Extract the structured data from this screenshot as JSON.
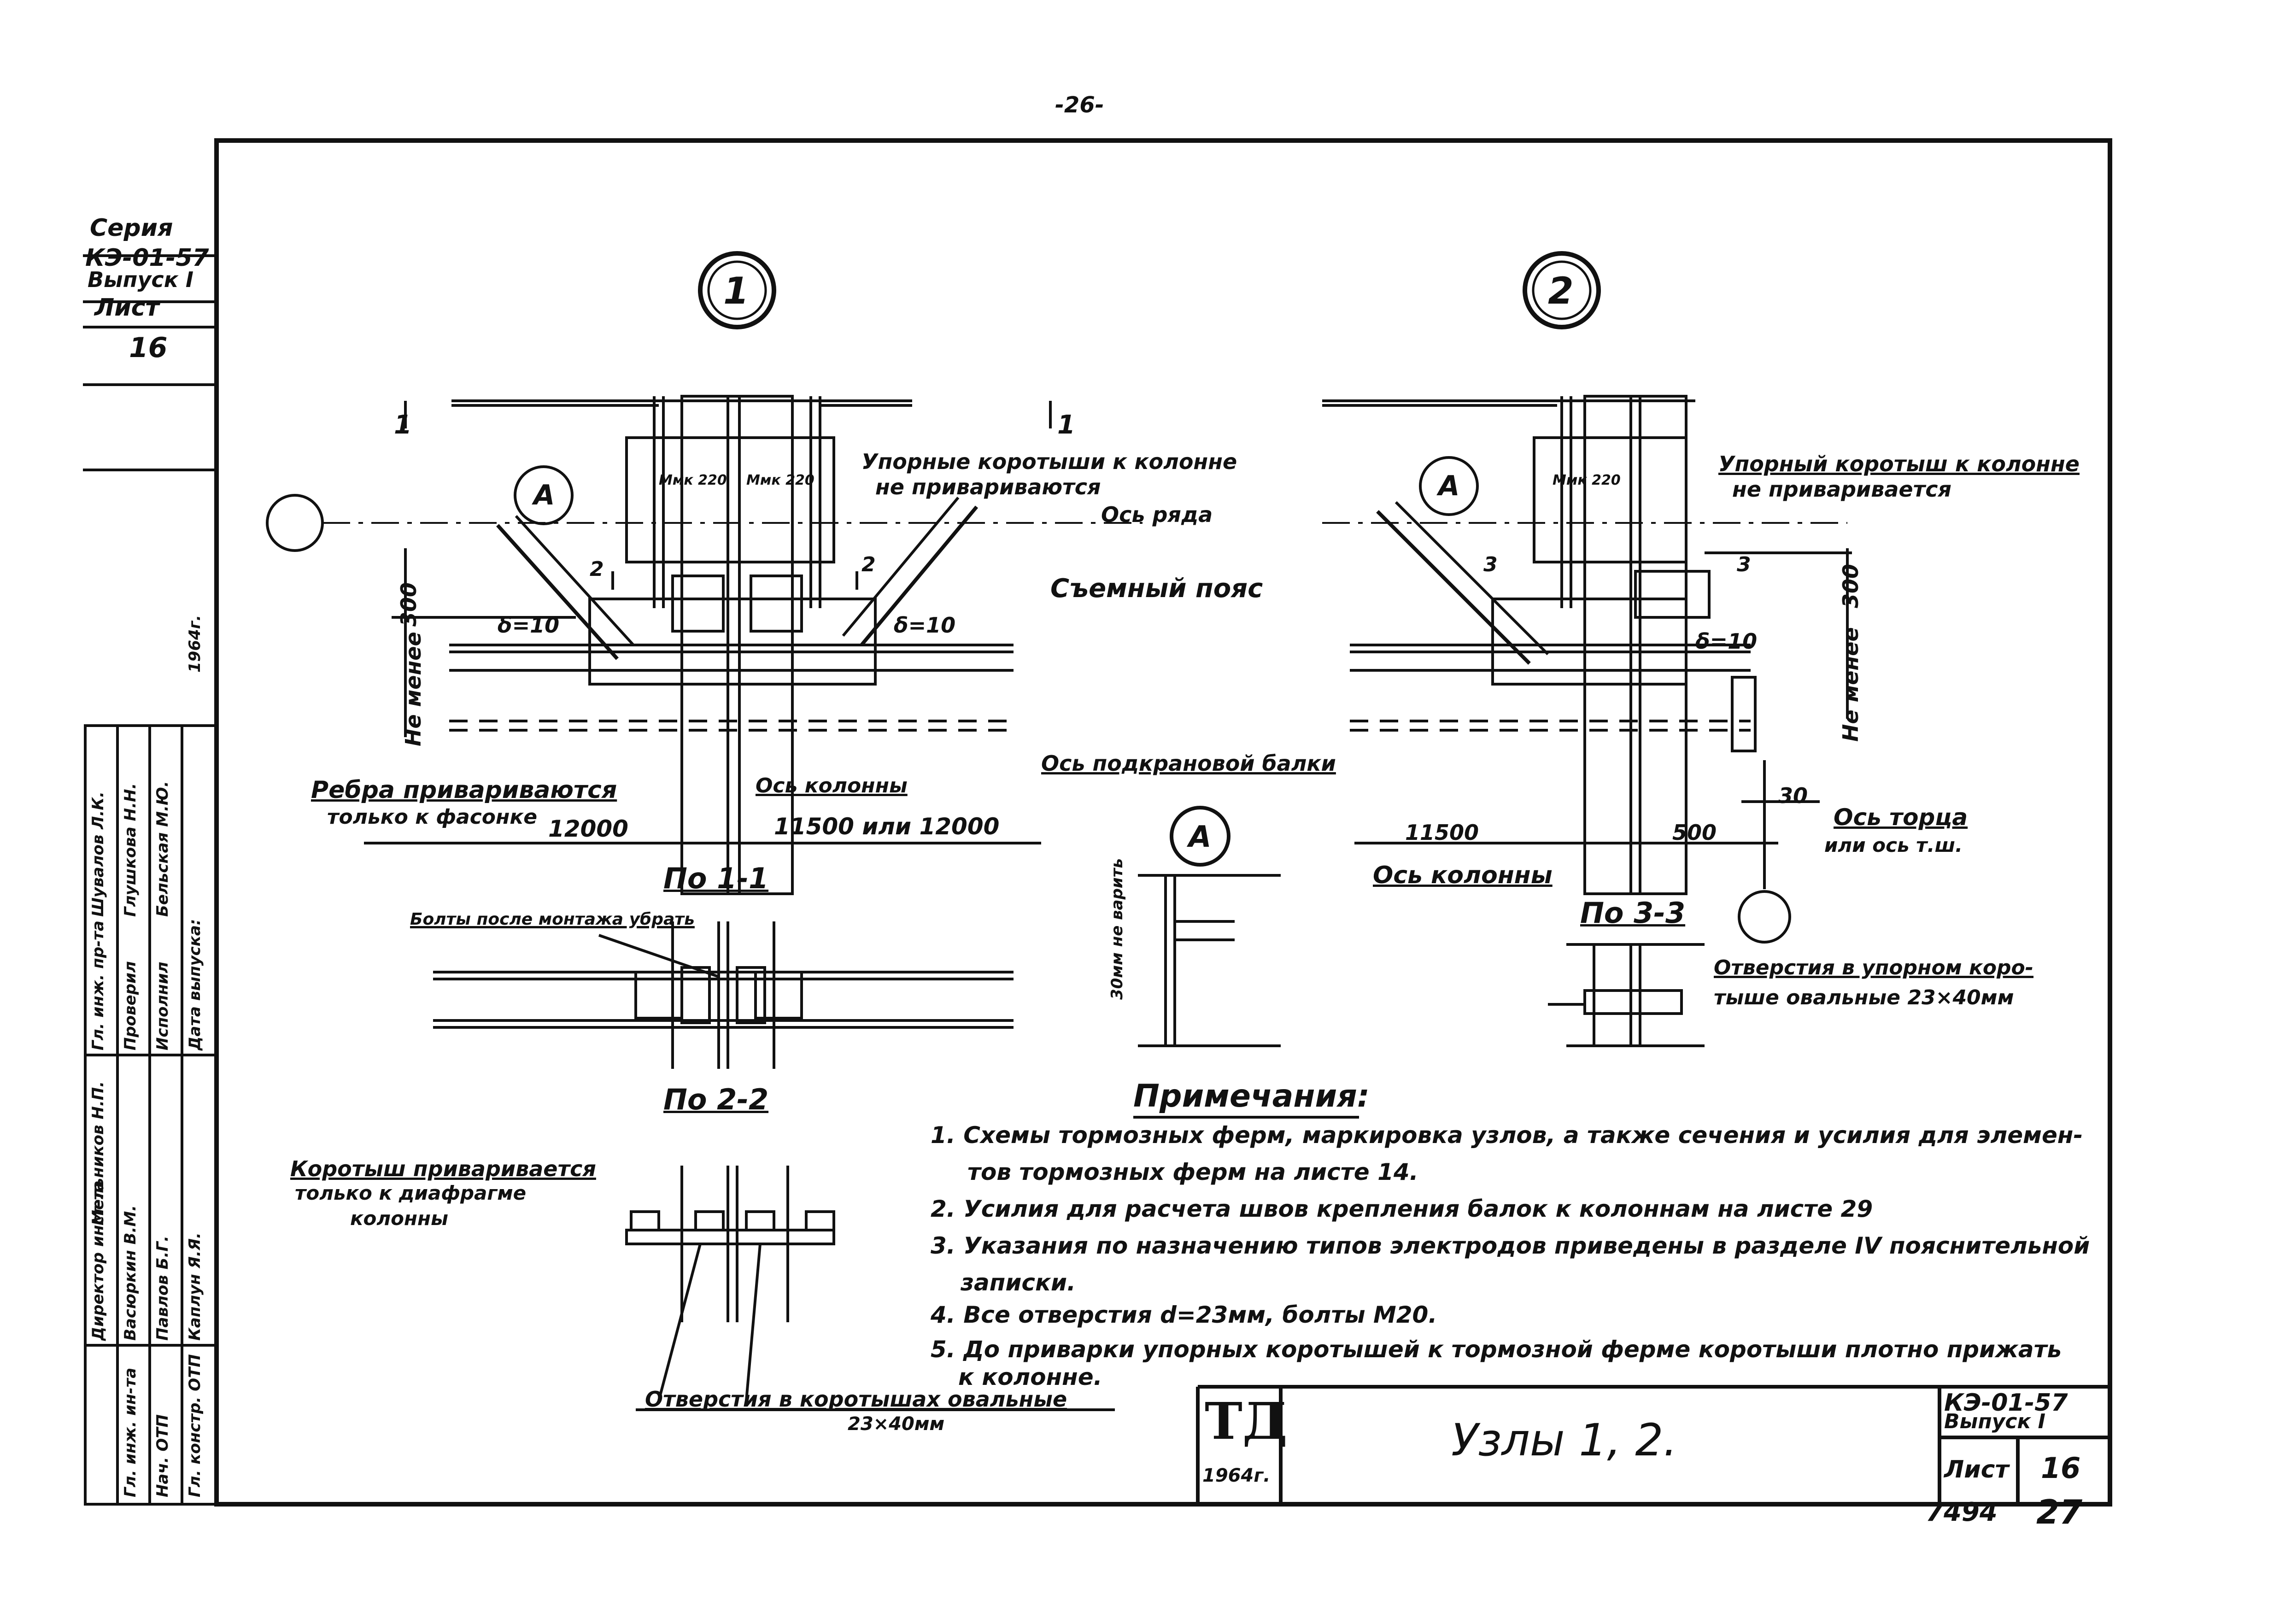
{
  "page_number": "-26-",
  "series_box": {
    "series_label": "Серия",
    "series_code": "КЭ-01-57",
    "issue": "Выпуск I",
    "sheet_label": "Лист",
    "sheet_number": "16"
  },
  "nodes": {
    "node1": "1",
    "node2": "2",
    "detailA": "A",
    "detailA_big": "A"
  },
  "labels": {
    "stop_shorts_plural": "Упорные коротыши к колонне",
    "not_welded_plural": "не привариваются",
    "stop_short_single": "Упорный коротыш к колонне",
    "not_welded_single": "не приваривается",
    "row_axis": "Ось ряда",
    "removable_chord": "Съемный пояс",
    "ribs_welded": "Ребра привариваются",
    "only_to_gusset": "только к фасонке",
    "column_axis": "Ось колонны",
    "crane_beam_axis": "Ось подкрановой балки",
    "end_axis": "Ось торца",
    "or_axis": "или ось т.ш.",
    "column_axis_2": "Ось колонны",
    "m_left": "Mмк 220",
    "m_right": "Mмк 220",
    "m_node2": "Mмк 220",
    "d300": "300",
    "d300b": "300",
    "not_less": "Не менее",
    "not_less_2": "Не менее",
    "thk10a": "δ=10",
    "thk10b": "δ=10",
    "thk10c": "δ=10",
    "dim_12000": "12000",
    "dim_11500_12000": "11500 или 12000",
    "dim_11500": "11500",
    "dim_500": "500",
    "dim_30": "30",
    "sec1": "1",
    "sec1b": "1",
    "sec2": "2",
    "sec2b": "2",
    "sec3": "3",
    "sec3b": "3",
    "no_weld_30": "30мм не варить"
  },
  "sections": {
    "s11_title": "По 1-1",
    "s11_note": "Болты после монтажа убрать",
    "s22_title": "По 2-2",
    "s22_note1": "Коротыш приваривается",
    "s22_note2": "только к диафрагме",
    "s22_note3": "колонны",
    "s22_holes": "Отверстия в коротышах овальные",
    "s22_holes_size": "23×40мм",
    "s33_title": "По 3-3",
    "s33_note1": "Отверстия в упорном коро-",
    "s33_note2": "тыше овальные   23×40мм"
  },
  "notes": {
    "title": "Примечания:",
    "items": [
      "1. Схемы тормозных ферм, маркировка узлов, а также сечения и усилия для элемен-",
      "тов тормозных ферм на листе 14.",
      "2. Усилия для расчета швов крепления балок к колоннам на листе 29",
      "3. Указания по назначению типов электродов приведены в разделе IV пояснительной",
      "записки.",
      "4. Все отверстия d=23мм, болты М20.",
      "5. До приварки упорных коротышей к тормозной ферме коротыши плотно прижать",
      "к колонне."
    ]
  },
  "signatures": {
    "rows": [
      {
        "role": "Директор инст-та",
        "name": "Мельников Н.П."
      },
      {
        "role": "Гл. инж. ин-та",
        "name": "Васюркин В.М."
      },
      {
        "role": "Нач. ОТП",
        "name": "Павлов Б.Г."
      },
      {
        "role": "Гл. констр. ОТП",
        "name": "Каплун Я.Я."
      },
      {
        "role": "Гл. инж. пр-та",
        "name": "Шувалов Л.К."
      },
      {
        "role": "Проверил",
        "name": "Глушкова Н.Н."
      },
      {
        "role": "Исполнил",
        "name": "Бельская М.Ю."
      },
      {
        "role": "Дата выпуска:",
        "name": "1964г."
      }
    ]
  },
  "title_block": {
    "logo": "ТД",
    "logo_year": "1964г.",
    "title": "Узлы  1, 2.",
    "series_code": "КЭ-01-57",
    "issue": "Выпуск I",
    "sheet_label": "Лист",
    "sheet_number": "16"
  },
  "footer": {
    "left": "7494",
    "right": "27"
  }
}
